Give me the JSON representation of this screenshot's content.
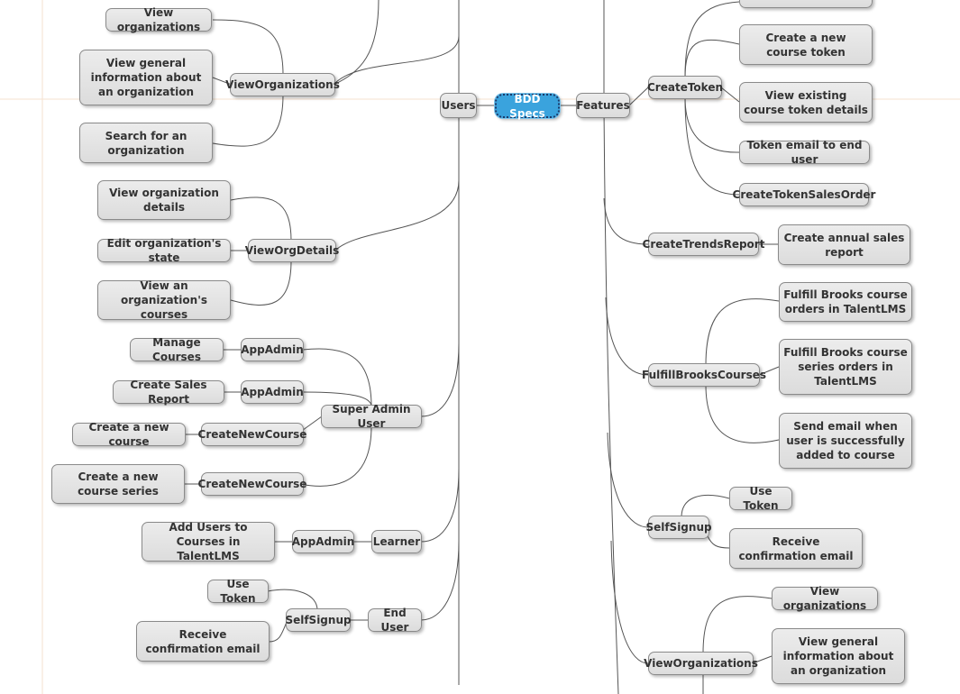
{
  "diagram": {
    "root": "BDD Specs",
    "branches": {
      "users": "Users",
      "features": "Features"
    },
    "left": {
      "view_orgs": {
        "label": "ViewOrganizations",
        "children": [
          "View organizations",
          "View general information about an organization",
          "Search for an organization"
        ]
      },
      "view_org_details": {
        "label": "ViewOrgDetails",
        "children": [
          "View organization details",
          "Edit organization's state",
          "View an organization's courses"
        ]
      },
      "super_admin": {
        "label": "Super Admin User",
        "children": [
          {
            "label": "AppAdmin",
            "child": "Manage Courses"
          },
          {
            "label": "AppAdmin",
            "child": "Create Sales Report"
          },
          {
            "label": "CreateNewCourse",
            "child": "Create a new course"
          },
          {
            "label": "CreateNewCourse",
            "child": "Create a new course series"
          }
        ]
      },
      "learner": {
        "label": "Learner",
        "children": [
          {
            "label": "AppAdmin",
            "child": "Add Users to Courses in TalentLMS"
          }
        ]
      },
      "end_user": {
        "label": "End User",
        "children": [
          {
            "label": "SelfSignup",
            "children": [
              "Use Token",
              "Receive confirmation email"
            ]
          }
        ]
      }
    },
    "right": {
      "create_token": {
        "label": "CreateToken",
        "children": [
          "Create a new course token",
          "View existing course token details",
          "Token email to end user",
          "CreateTokenSalesOrder"
        ]
      },
      "trends": {
        "label": "CreateTrendsReport",
        "children": [
          "Create annual sales report"
        ]
      },
      "fulfill": {
        "label": "FulfillBrooksCourses",
        "children": [
          "Fulfill Brooks course orders in TalentLMS",
          "Fulfill Brooks course series orders in TalentLMS",
          "Send email when user is successfully added to course"
        ]
      },
      "self_signup": {
        "label": "SelfSignup",
        "children": [
          "Use Token",
          "Receive confirmation email"
        ]
      },
      "view_orgs": {
        "label": "ViewOrganizations",
        "children": [
          "View organizations",
          "View general information about an organization"
        ]
      }
    }
  }
}
